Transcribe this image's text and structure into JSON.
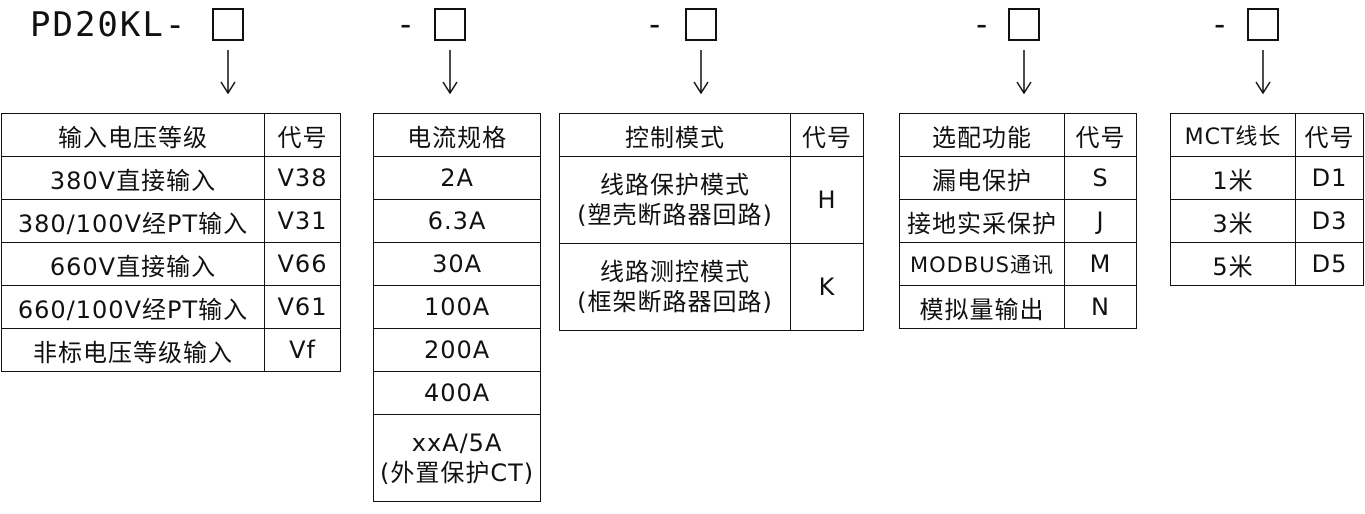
{
  "model": {
    "prefix": "PD20KL-",
    "separator": "-"
  },
  "tables": {
    "voltage": {
      "headers": [
        "输入电压等级",
        "代号"
      ],
      "rows": [
        [
          "380V直接输入",
          "V38"
        ],
        [
          "380/100V经PT输入",
          "V31"
        ],
        [
          "660V直接输入",
          "V66"
        ],
        [
          "660/100V经PT输入",
          "V61"
        ],
        [
          "非标电压等级输入",
          "Vf"
        ]
      ]
    },
    "current": {
      "header": "电流规格",
      "rows": [
        "2A",
        "6.3A",
        "30A",
        "100A",
        "200A",
        "400A"
      ],
      "last_line1": "xxA/5A",
      "last_line2": "(外置保护CT)"
    },
    "control": {
      "headers": [
        "控制模式",
        "代号"
      ],
      "rows": [
        {
          "line1": "线路保护模式",
          "line2": "(塑壳断路器回路)",
          "code": "H"
        },
        {
          "line1": "线路测控模式",
          "line2": "(框架断路器回路)",
          "code": "K"
        }
      ]
    },
    "function": {
      "headers": [
        "选配功能",
        "代号"
      ],
      "rows": [
        [
          "漏电保护",
          "S"
        ],
        [
          "接地实采保护",
          "J"
        ],
        [
          "MODBUS通讯",
          "M"
        ],
        [
          "模拟量输出",
          "N"
        ]
      ]
    },
    "mct": {
      "headers": [
        "MCT线长",
        "代号"
      ],
      "rows": [
        [
          "1米",
          "D1"
        ],
        [
          "3米",
          "D3"
        ],
        [
          "5米",
          "D5"
        ]
      ]
    }
  }
}
